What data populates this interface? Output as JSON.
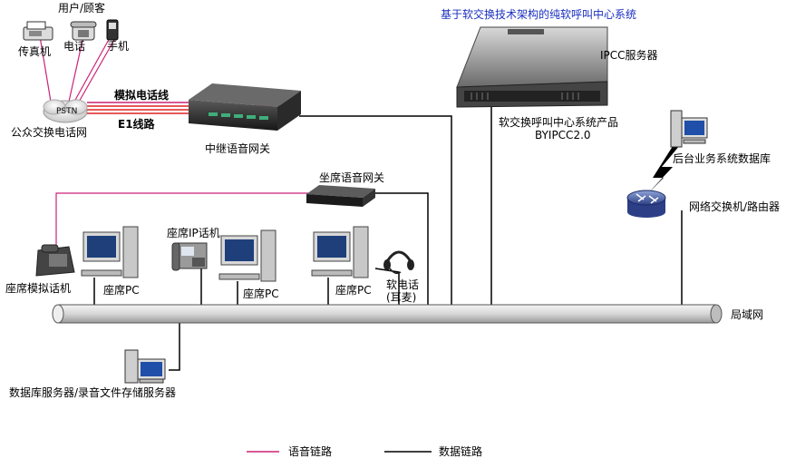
{
  "title": "基于软交换技术架构的纯软呼叫中心系统",
  "labels": {
    "users": "用户/顾客",
    "fax": "传真机",
    "phone": "电话",
    "mobile": "手机",
    "pstn_tag": "PSTN",
    "pstn": "公众交换电话网",
    "analog_line": "模拟电话线",
    "e1_line": "E1线路",
    "trunk_gateway": "中继语音网关",
    "ipcc_server": "IPCC服务器",
    "product_name": "软交换呼叫中心系统产品",
    "product_version": "BYIPCC2.0",
    "backend_db": "后台业务系统数据库",
    "switch_router": "网络交换机/路由器",
    "seat_gateway": "坐席语音网关",
    "seat_ip_phone": "座席IP话机",
    "seat_analog_phone": "座席模拟话机",
    "seat_pc_1": "座席PC",
    "seat_pc_2": "座席PC",
    "seat_pc_3": "座席PC",
    "softphone_1": "软电话",
    "softphone_2": "(耳麦)",
    "lan": "局域网",
    "db_server": "数据库服务器/录音文件存储服务器"
  },
  "legend": {
    "voice_link": "语音链路",
    "data_link": "数据链路",
    "voice_color": "#cc2277",
    "data_color": "#000000"
  },
  "colors": {
    "title": "#1a2fbf",
    "voice": "#cc2277",
    "e1": "#dd2222"
  }
}
